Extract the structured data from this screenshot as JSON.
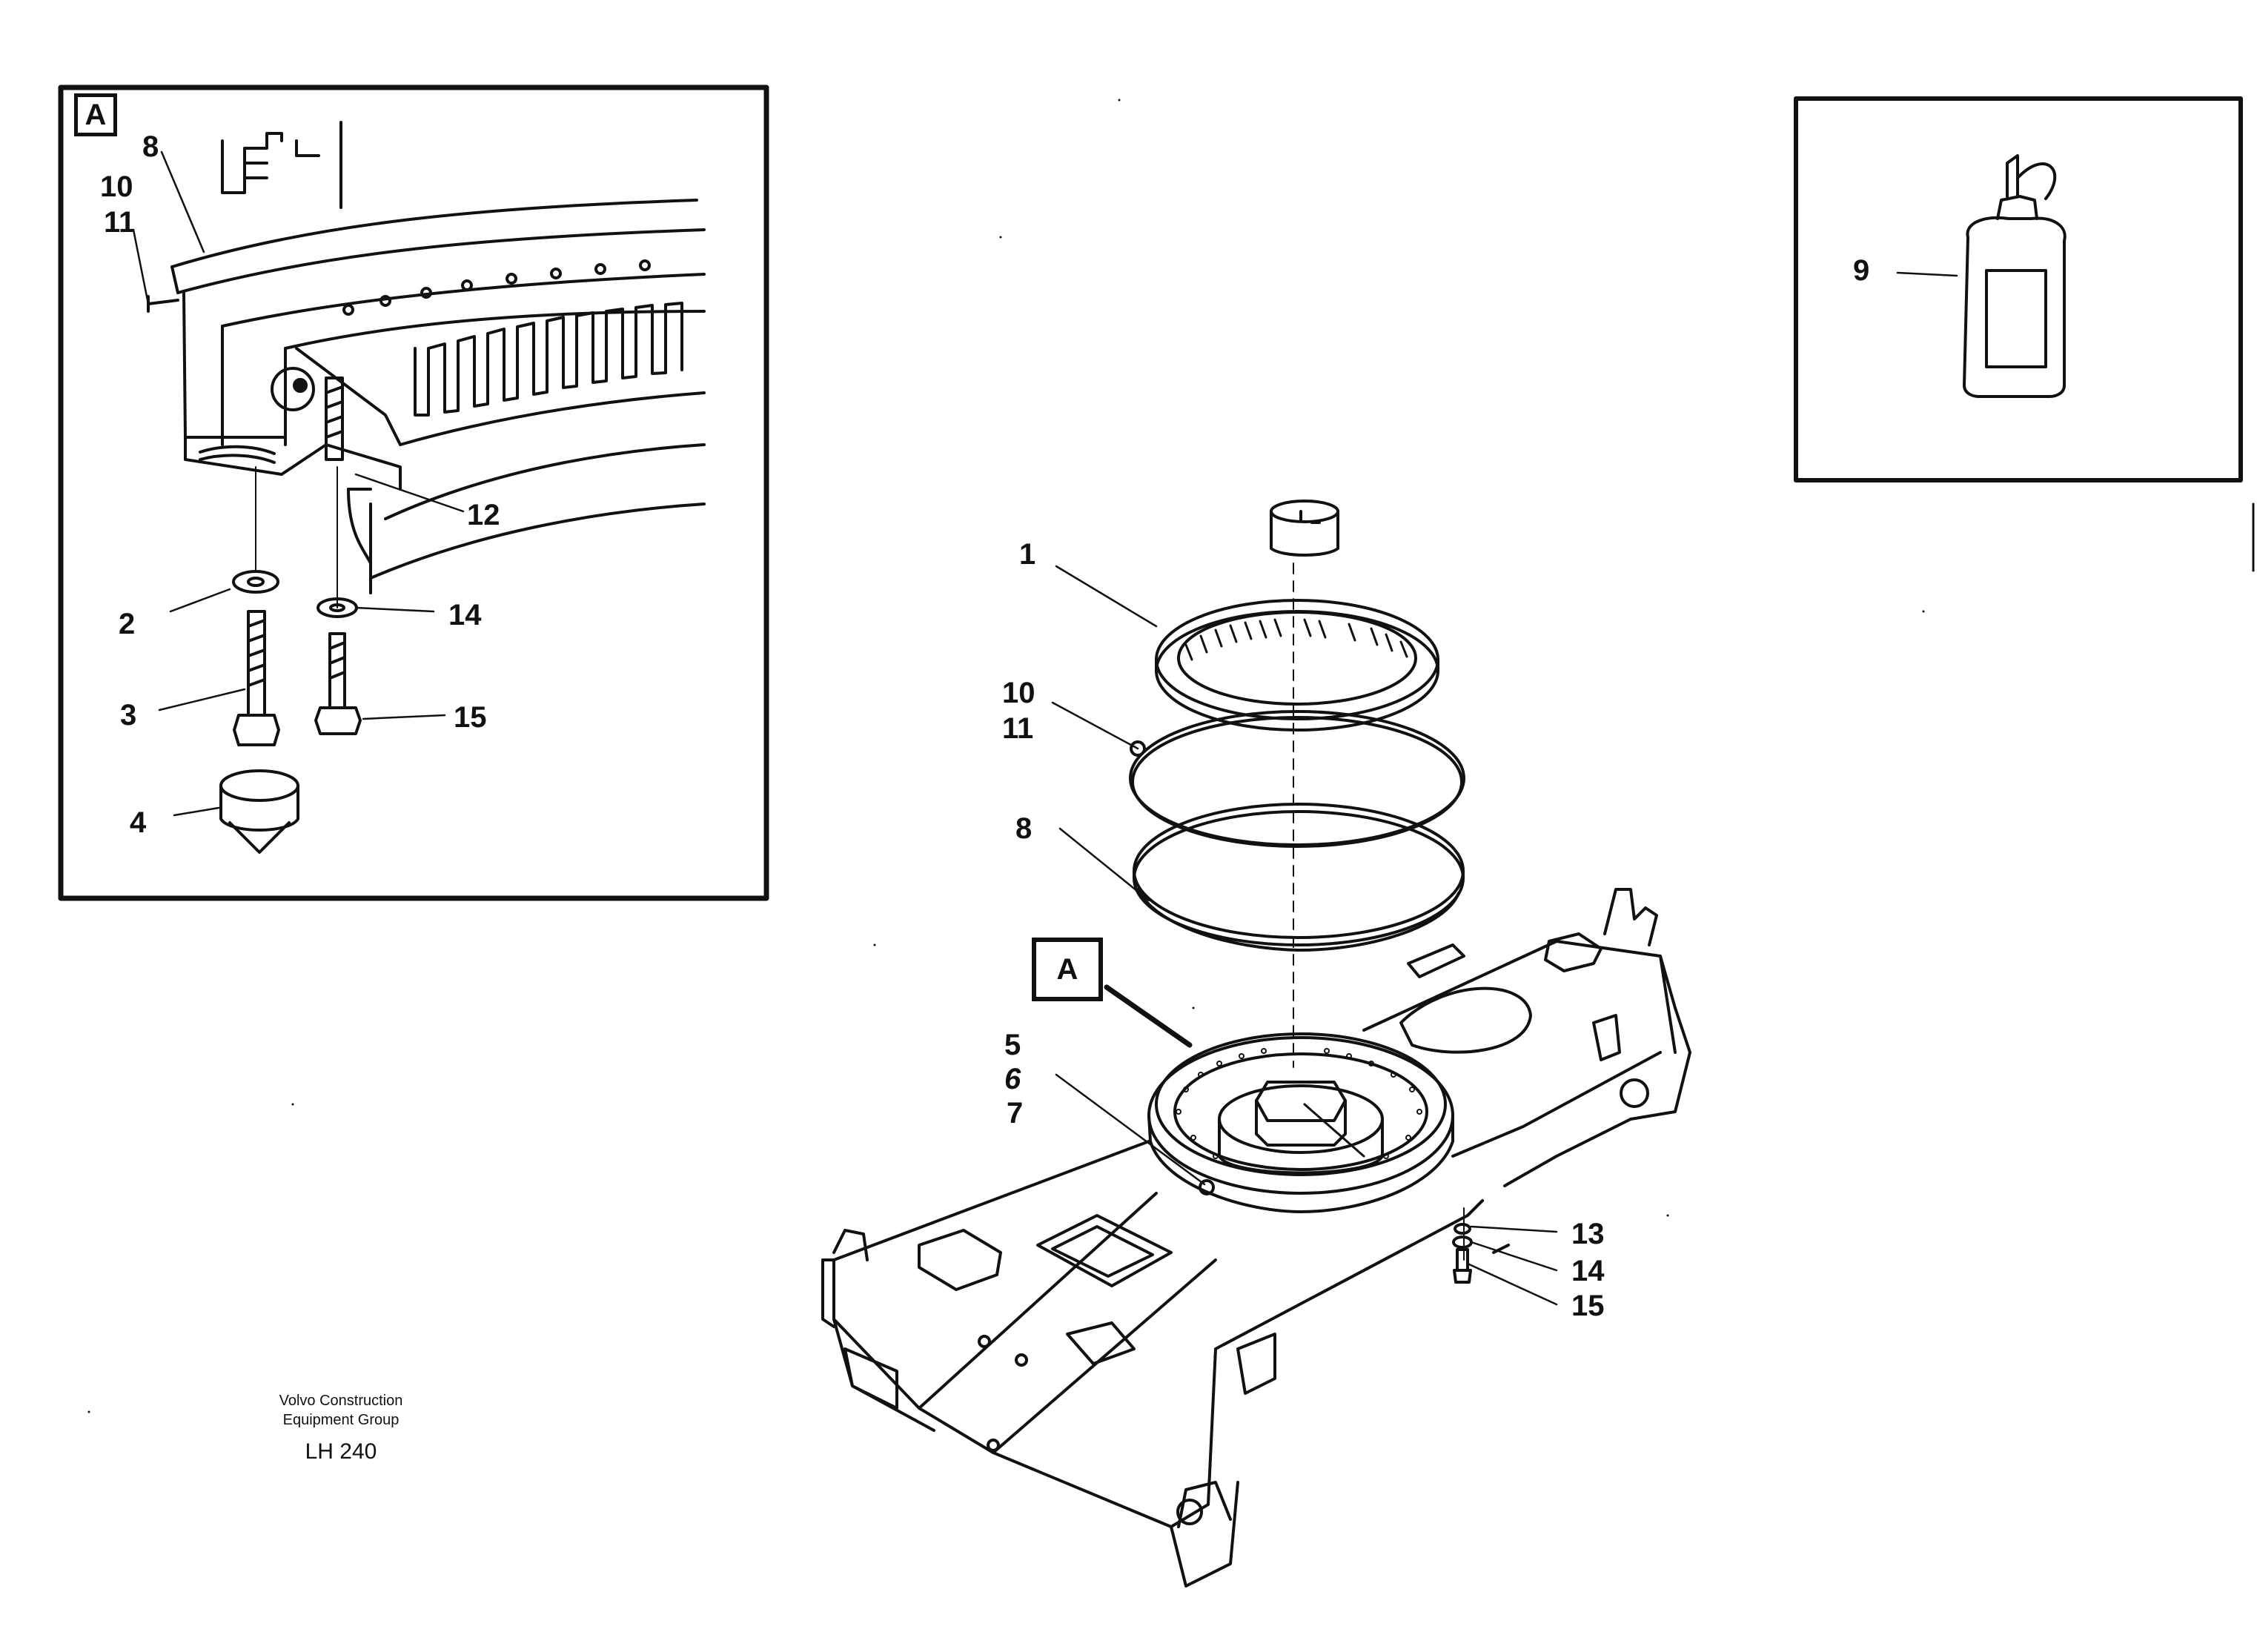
{
  "detail_view": {
    "ref_letter": "A",
    "callouts": [
      "8",
      "10",
      "11",
      "12",
      "2",
      "14",
      "3",
      "15",
      "4"
    ]
  },
  "lubricant_box": {
    "callout": "9"
  },
  "main_view": {
    "ref_letter": "A",
    "callouts": [
      "1",
      "10",
      "11",
      "8",
      "5",
      "6",
      "7",
      "13",
      "14",
      "15"
    ]
  },
  "footer": {
    "brand_line1": "Volvo Construction",
    "brand_line2": "Equipment Group",
    "drawing_code": "LH 240"
  }
}
